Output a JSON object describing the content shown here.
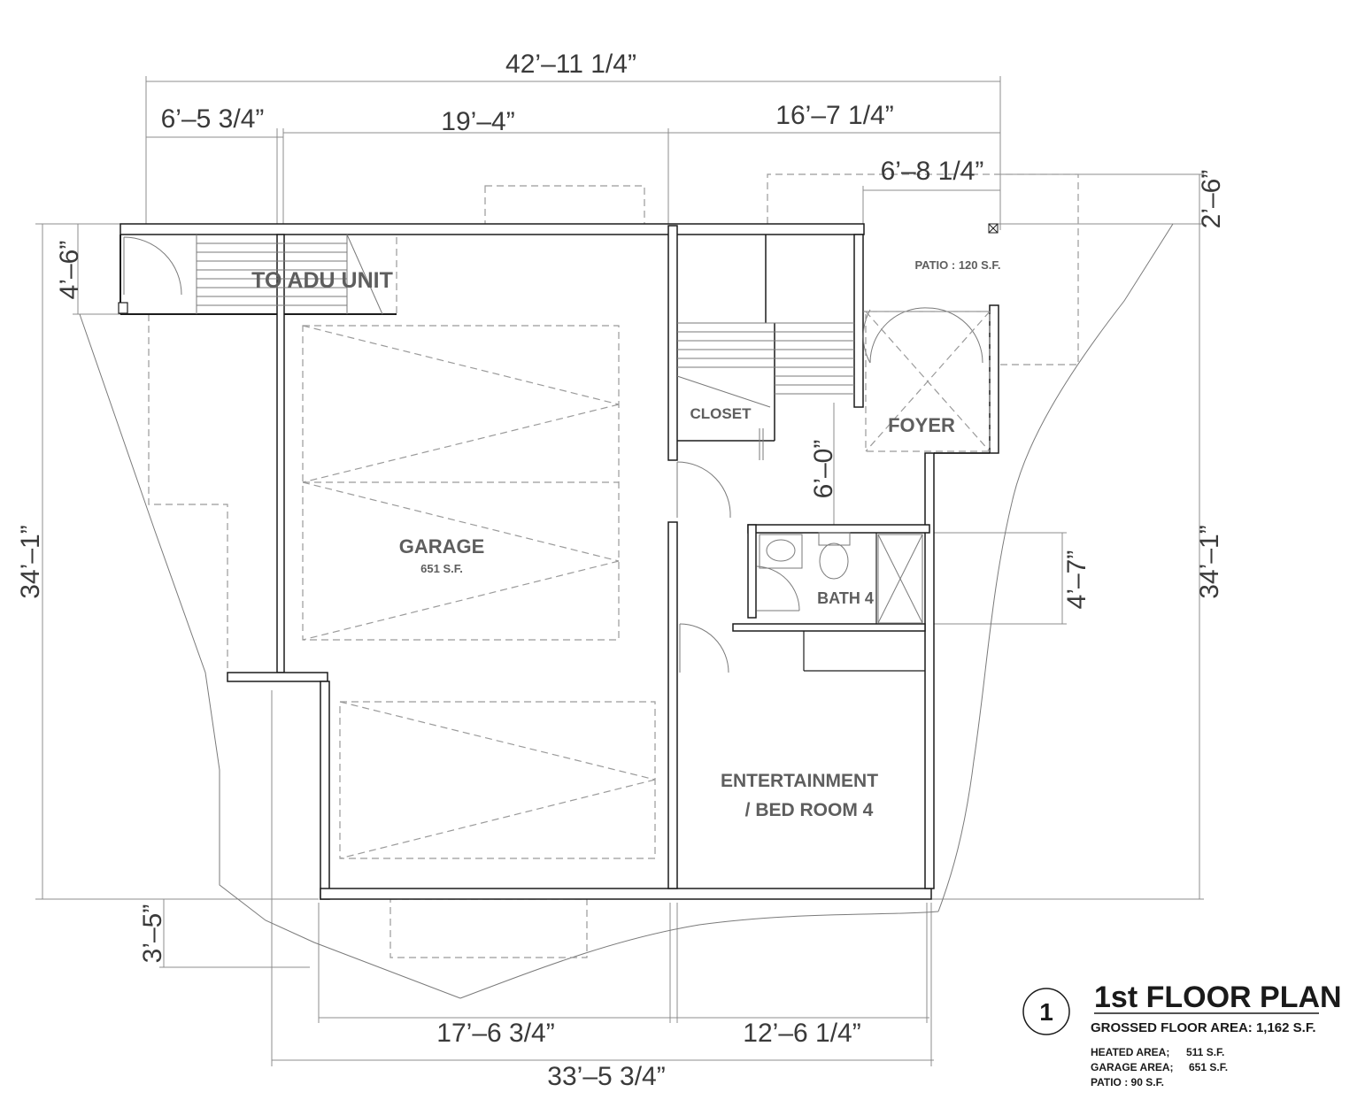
{
  "dimensions": {
    "overall_top": "42’–11 1/4”",
    "top_left": "6’–5 3/4”",
    "top_mid": "19’–4”",
    "top_right": "16’–7 1/4”",
    "patio_width": "6’–8 1/4”",
    "patio_depth": "2’–6”",
    "stair_depth": "4’–6”",
    "left_height": "34’–1”",
    "right_height": "34’–1”",
    "hall_length": "6’–0”",
    "bath_depth": "4’–7”",
    "bottom_offset": "3’–5”",
    "bottom_left": "17’–6 3/4”",
    "bottom_right": "12’–6 1/4”",
    "overall_bottom": "33’–5 3/4”"
  },
  "rooms": {
    "adu": "TO ADU UNIT",
    "patio": "PATIO : 120 S.F.",
    "closet": "CLOSET",
    "foyer": "FOYER",
    "garage": "GARAGE",
    "garage_area": "651 S.F.",
    "bath": "BATH 4",
    "ent_line1": "ENTERTAINMENT",
    "ent_line2": "/ BED ROOM 4"
  },
  "title_block": {
    "number": "1",
    "title": "1st FLOOR PLAN",
    "gross": "GROSSED FLOOR  AREA:  1,162 S.F.",
    "heated_label": "HEATED  AREA;",
    "heated_value": "511 S.F.",
    "garage_label": "GARAGE  AREA;",
    "garage_value": "651 S.F.",
    "patio": "PATIO : 90 S.F."
  }
}
